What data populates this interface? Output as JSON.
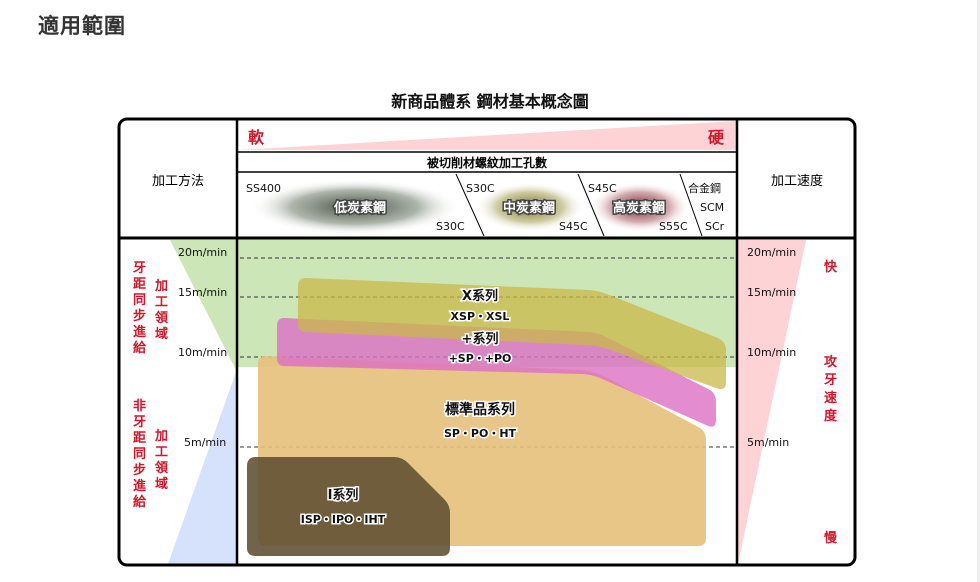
{
  "section_title": "適用範圍",
  "diagram_title": "新商品體系 鋼材基本概念圖",
  "left_header": "加工方法",
  "right_header": "加工速度",
  "hardness": {
    "soft": "軟",
    "hard": "硬"
  },
  "material_header": "被切削材螺紋加工孔數",
  "materials": {
    "ss400": "SS400",
    "s30c_a": "S30C",
    "s30c_b": "S30C",
    "s45c_a": "S45C",
    "s45c_b": "S45C",
    "s55c": "S55C",
    "alloy": "合金鋼",
    "scm": "SCM",
    "scr": "SCr",
    "low": "低炭素鋼",
    "mid": "中炭素鋼",
    "high": "高炭素鋼"
  },
  "speeds": [
    "20m/min",
    "15m/min",
    "10m/min",
    "5m/min"
  ],
  "left_labels": {
    "sync_a": [
      "牙",
      "距",
      "同",
      "步",
      "進",
      "給"
    ],
    "sync_b": [
      "加",
      "工",
      "領",
      "域"
    ],
    "nonsync_a": [
      "非",
      "牙",
      "距",
      "同",
      "步",
      "進",
      "給"
    ],
    "nonsync_b": [
      "加",
      "工",
      "領",
      "域"
    ]
  },
  "right_labels": {
    "fast": "快",
    "slow": "慢",
    "speed": [
      "攻",
      "牙",
      "速",
      "度"
    ]
  },
  "series": {
    "x_name": "X系列",
    "x_items": "XSP・XSL",
    "plus_name": "+系列",
    "plus_items": "+SP・+PO",
    "std_name": "標準品系列",
    "std_items": "SP・PO・HT",
    "i_name": "I系列",
    "i_items": "ISP・IPO・IHT"
  }
}
